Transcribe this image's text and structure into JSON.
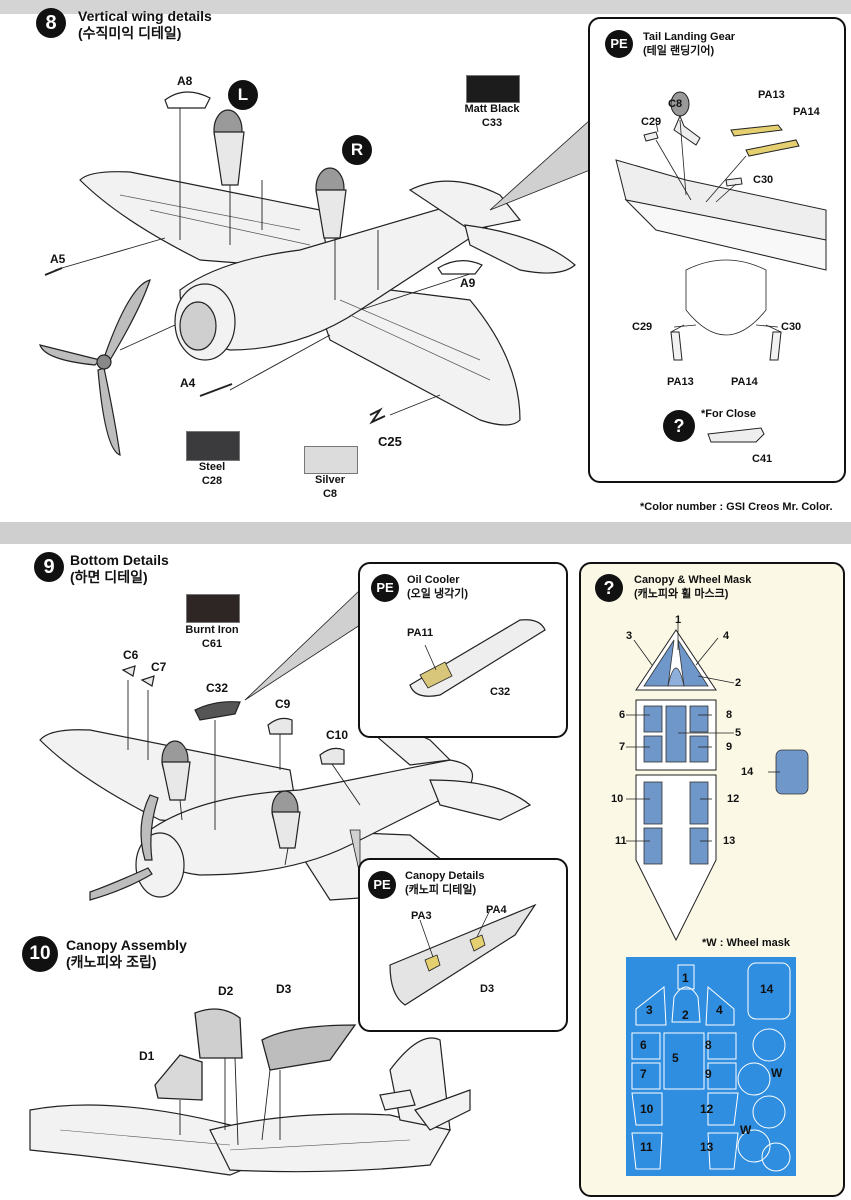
{
  "step8": {
    "number": "8",
    "title": "Vertical wing details",
    "subtitle": "(수직미익 디테일)",
    "left_marker": "L",
    "right_marker": "R",
    "parts": {
      "a8": "A8",
      "a5": "A5",
      "a4": "A4",
      "a9": "A9",
      "c25": "C25"
    },
    "colors": {
      "matt_black": {
        "name": "Matt Black",
        "code": "C33",
        "hex": "#1c1c1c"
      },
      "steel": {
        "name": "Steel",
        "code": "C28",
        "hex": "#3b3b3d"
      },
      "silver": {
        "name": "Silver",
        "code": "C8",
        "hex": "#dcdcdc"
      }
    },
    "pe_panel": {
      "badge": "PE",
      "title": "Tail Landing Gear",
      "subtitle": "(테일 랜딩기어)",
      "parts": {
        "c8": "C8",
        "c29": "C29",
        "pa13": "PA13",
        "pa14": "PA14",
        "c30": "C30",
        "c41": "C41"
      },
      "close_badge": "?",
      "close_note": "*For Close"
    },
    "color_note": "*Color number : GSI Creos Mr. Color."
  },
  "step9": {
    "number": "9",
    "title": "Bottom Details",
    "subtitle": "(하면 디테일)",
    "colors": {
      "burnt_iron": {
        "name": "Burnt Iron",
        "code": "C61",
        "hex": "#2e2624"
      }
    },
    "parts": {
      "c6": "C6",
      "c7": "C7",
      "c32": "C32",
      "c9": "C9",
      "c10": "C10"
    },
    "oil_cooler_panel": {
      "badge": "PE",
      "title": "Oil Cooler",
      "subtitle": "(오일 냉각기)",
      "parts": {
        "pa11": "PA11",
        "c32": "C32"
      }
    },
    "canopy_details_panel": {
      "badge": "PE",
      "title": "Canopy Details",
      "subtitle": "(캐노피 디테일)",
      "parts": {
        "pa3": "PA3",
        "pa4": "PA4",
        "d3": "D3"
      }
    }
  },
  "mask_panel": {
    "badge": "?",
    "title": "Canopy & Wheel Mask",
    "subtitle": "(캐노피와 휠 마스크)",
    "numbers": [
      "1",
      "2",
      "3",
      "4",
      "5",
      "6",
      "7",
      "8",
      "9",
      "10",
      "11",
      "12",
      "13",
      "14"
    ],
    "wheel_note": "*W : Wheel mask",
    "wheel_mark": "W",
    "mask_color": "#6f97c9",
    "sheet_color": "#2f8ee0"
  },
  "step10": {
    "number": "10",
    "title": "Canopy Assembly",
    "subtitle": "(캐노피와 조립)",
    "parts": {
      "d1": "D1",
      "d2": "D2",
      "d3": "D3"
    }
  }
}
